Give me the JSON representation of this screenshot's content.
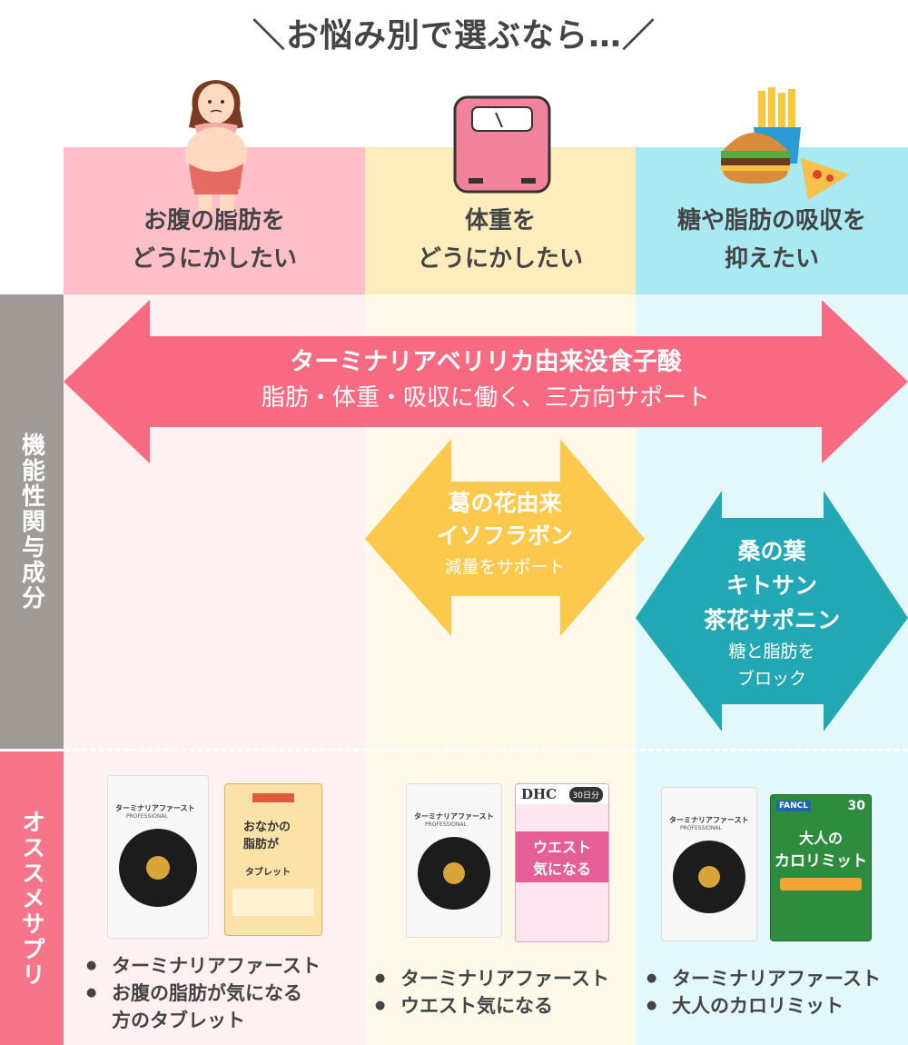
{
  "title": "＼お悩み別で選ぶなら…／",
  "columns": [
    {
      "header_line1": "お腹の脂肪を",
      "header_line2": "どうにかしたい",
      "icon": "belly-woman-icon",
      "header_color": "#ffbfc8",
      "body_color": "#fff0f2"
    },
    {
      "header_line1": "体重を",
      "header_line2": "どうにかしたい",
      "icon": "scale-icon",
      "header_color": "#fdecbc",
      "body_color": "#fff9e9"
    },
    {
      "header_line1": "糖や脂肪の吸収を",
      "header_line2": "抑えたい",
      "icon": "burger-fries-pizza-icon",
      "header_color": "#a9e9f2",
      "body_color": "#e2f8fb"
    }
  ],
  "side_labels": {
    "functional": "機能性関与成分",
    "recommended": "オススメサプリ"
  },
  "arrows": {
    "main": {
      "title": "ターミナリアベリリカ由来没食子酸",
      "subtitle": "脂肪・体重・吸収に働く、三方向サポート",
      "color": "#f76a82"
    },
    "middle": {
      "line1": "葛の花由来",
      "line2": "イソフラボン",
      "sub": "減量をサポート",
      "color": "#fcc94d"
    },
    "right": {
      "line1": "桑の葉",
      "line2": "キトサン",
      "line3": "茶花サポニン",
      "sub1": "糖と脂肪を",
      "sub2": "ブロック",
      "color": "#21a8b4"
    }
  },
  "products": {
    "col1": [
      "ターミナリアファースト",
      "お腹の脂肪が気になる",
      "方のタブレット"
    ],
    "col2": [
      "ターミナリアファースト",
      "ウエスト気になる"
    ],
    "col3": [
      "ターミナリアファースト",
      "大人のカロリミット"
    ]
  },
  "package_text": {
    "terminalia_name": "ターミナリアファースト",
    "terminalia_sub": "PROFESSIONAL",
    "tablet_line1": "おなかの",
    "tablet_line2": "脂肪が",
    "tablet_line3": "タブレット",
    "dhc_brand": "DHC",
    "dhc_name_line1": "ウエスト",
    "dhc_name_line2": "気になる",
    "dhc_days": "30日分",
    "fancl_brand": "FANCL",
    "fancl_name_line1": "大人の",
    "fancl_name_line2": "カロリミット",
    "fancl_days": "30"
  }
}
